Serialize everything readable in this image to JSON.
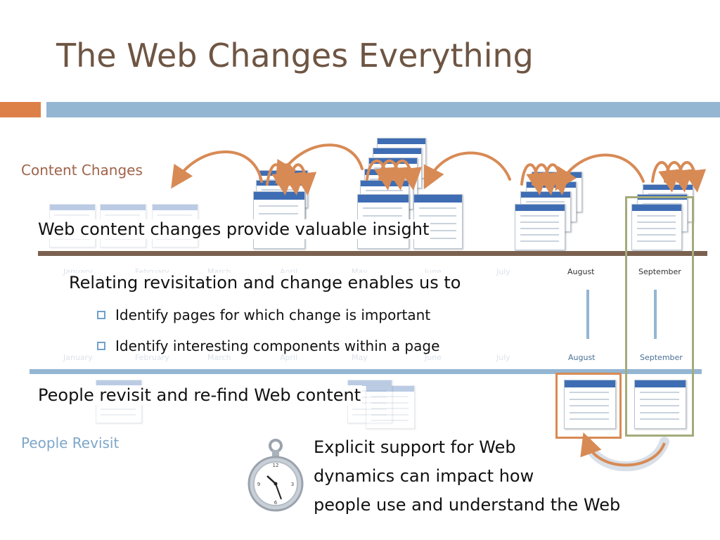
{
  "slide": {
    "title": "The Web Changes Everything",
    "content_label": "Content Changes",
    "revisit_label": "People Revisit"
  },
  "top_timeline": {
    "heading": "Web content changes provide valuable insight",
    "months": [
      "January",
      "February",
      "March",
      "April",
      "May",
      "June",
      "July",
      "August",
      "September"
    ]
  },
  "middle": {
    "heading": "Relating revisitation and change enables us to",
    "bullets": [
      "Identify pages for which change is important",
      "Identify interesting components within a page"
    ]
  },
  "bottom_timeline": {
    "heading": "People revisit and re-find Web content",
    "months": [
      "January",
      "February",
      "March",
      "April",
      "May",
      "June",
      "July",
      "August",
      "September"
    ]
  },
  "callout": {
    "lines": [
      "Explicit support for Web",
      "dynamics can impact how",
      "people use and understand the Web"
    ]
  },
  "colors": {
    "title": "#6e5543",
    "accent_orange": "#dd8047",
    "accent_blue": "#94b6d2",
    "timeline_brown": "#7a6150",
    "highlight_green": "#a3ab7a",
    "arrow_orange": "#d88a55"
  }
}
